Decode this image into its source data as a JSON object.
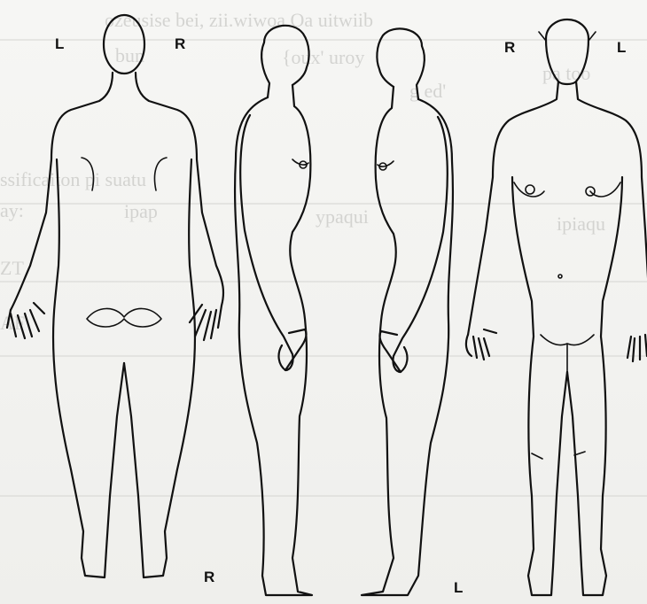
{
  "labels": {
    "back_left": "L",
    "back_right": "R",
    "front_right": "R",
    "front_left": "L",
    "bottom_right": "R",
    "bottom_left": "L"
  },
  "bleed_through": {
    "line1": "ozeusise bei, zii.wiwoa Oa uitwiib",
    "line2": "bun",
    "line3": "{oux' uroy",
    "line4": "g ed'",
    "line5": "ssificaiton pi suatu",
    "line6": "ay:",
    "line7": "ipap",
    "line8": "ypaqui",
    "line9": "pa too",
    "line10": "ipiaqu",
    "line11": "ZT",
    "line12": "AF"
  }
}
